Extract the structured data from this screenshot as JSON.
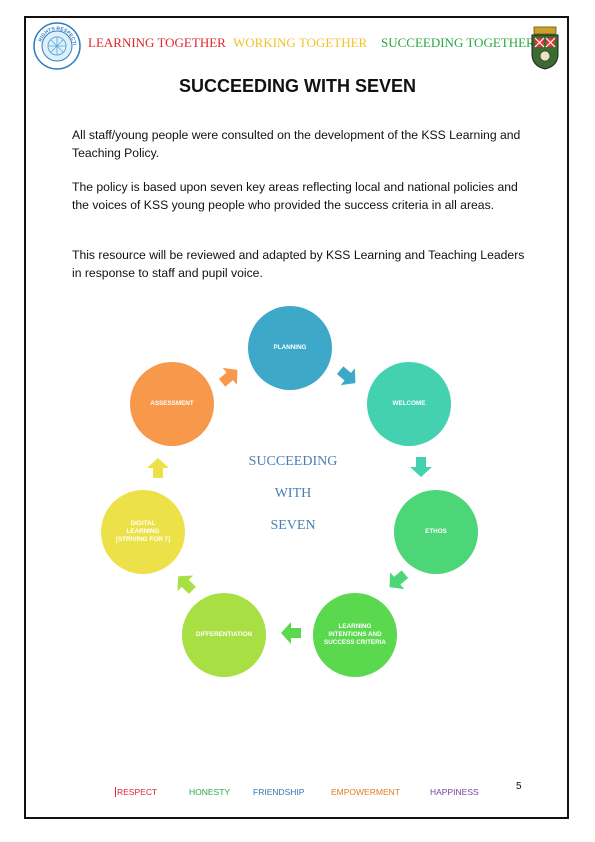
{
  "header": {
    "taglines": [
      {
        "text": "LEARNING TOGETHER",
        "color": "#e0262e"
      },
      {
        "text": "WORKING TOGETHER",
        "color": "#f2c12a"
      },
      {
        "text": "SUCCEEDING TOGETHER",
        "color": "#28a745"
      }
    ],
    "left_logo": {
      "icon": "rights-respecting-school-badge",
      "text": "RIGHTS RESPECTING SCHOOL UNICEF"
    },
    "right_logo": {
      "icon": "school-crest"
    }
  },
  "title": "SUCCEEDING WITH SEVEN",
  "paragraphs": [
    "All staff/young people were consulted on the development of the KSS Learning and Teaching Policy.",
    "The policy is based upon seven key areas reflecting local and national policies and the voices of KSS young people who provided the success criteria in all areas.",
    "This resource will be reviewed and adapted by KSS Learning and Teaching Leaders in response to staff and pupil voice."
  ],
  "cycle": {
    "center_lines": [
      "SUCCEEDING",
      "WITH",
      "SEVEN"
    ],
    "center_color": "#4a7eb5",
    "nodes": [
      {
        "label": "PLANNING",
        "color": "#3ea8c8"
      },
      {
        "label": "WELCOME",
        "color": "#44d1b0"
      },
      {
        "label": "ETHOS",
        "color": "#4cd678"
      },
      {
        "label": "LEARNING\nINTENTIONS AND\nSUCCESS CRITERIA",
        "color": "#5ad84e"
      },
      {
        "label": "DIFFERENTIATION",
        "color": "#a8e044"
      },
      {
        "label": "DIGITAL\nLEARNING\n[STRIVING FOR 7]",
        "color": "#ede14a"
      },
      {
        "label": "ASSESSMENT",
        "color": "#f7984a"
      }
    ]
  },
  "footer": {
    "values": [
      {
        "text": "RESPECT",
        "color": "#e0262e"
      },
      {
        "text": "HONESTY",
        "color": "#28a745"
      },
      {
        "text": "FRIENDSHIP",
        "color": "#2f75b5"
      },
      {
        "text": "EMPOWERMENT",
        "color": "#e07b1f"
      },
      {
        "text": "HAPPINESS",
        "color": "#7a3fa0"
      }
    ],
    "page_number": "5"
  }
}
